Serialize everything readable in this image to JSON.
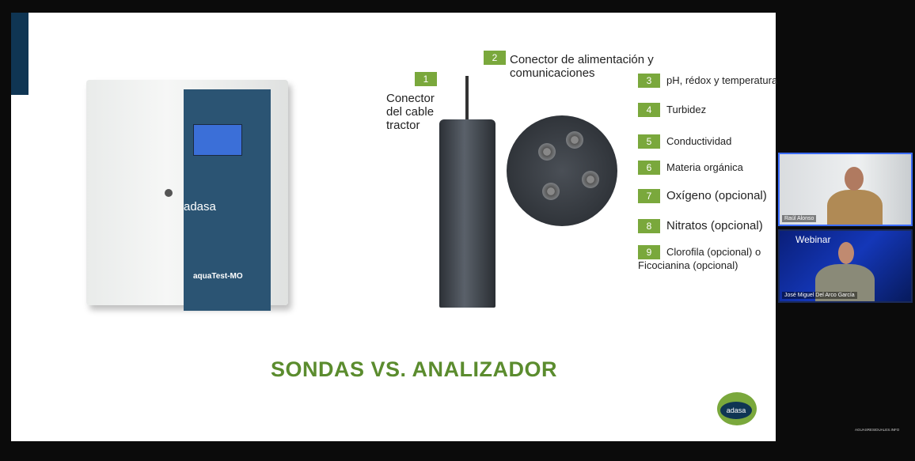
{
  "slide": {
    "title": "SONDAS VS. ANALIZADOR",
    "analyzer": {
      "brand": "adasa",
      "model": "aquaTest-MO"
    },
    "labels": [
      {
        "n": "1",
        "text": "Conector del cable tractor"
      },
      {
        "n": "2",
        "text": "Conector de alimentación y comunicaciones"
      },
      {
        "n": "3",
        "text": "pH, rédox y temperatura"
      },
      {
        "n": "4",
        "text": "Turbidez"
      },
      {
        "n": "5",
        "text": "Conductividad"
      },
      {
        "n": "6",
        "text": "Materia orgánica"
      },
      {
        "n": "7",
        "text": "Oxígeno (opcional)"
      },
      {
        "n": "8",
        "text": "Nitratos (opcional)"
      },
      {
        "n": "9",
        "text": "Clorofila (opcional) o Ficocianina (opcional)"
      }
    ],
    "corner_logo": "adasa"
  },
  "participants": [
    {
      "name": "Raúl Alonso"
    },
    {
      "name": "José Miguel Del Arco García",
      "background_text": "Webinar"
    }
  ],
  "watermark": "AGUASRESIDUALES.INFO",
  "colors": {
    "accent": "#7aa83c",
    "brand": "#0f3553"
  }
}
